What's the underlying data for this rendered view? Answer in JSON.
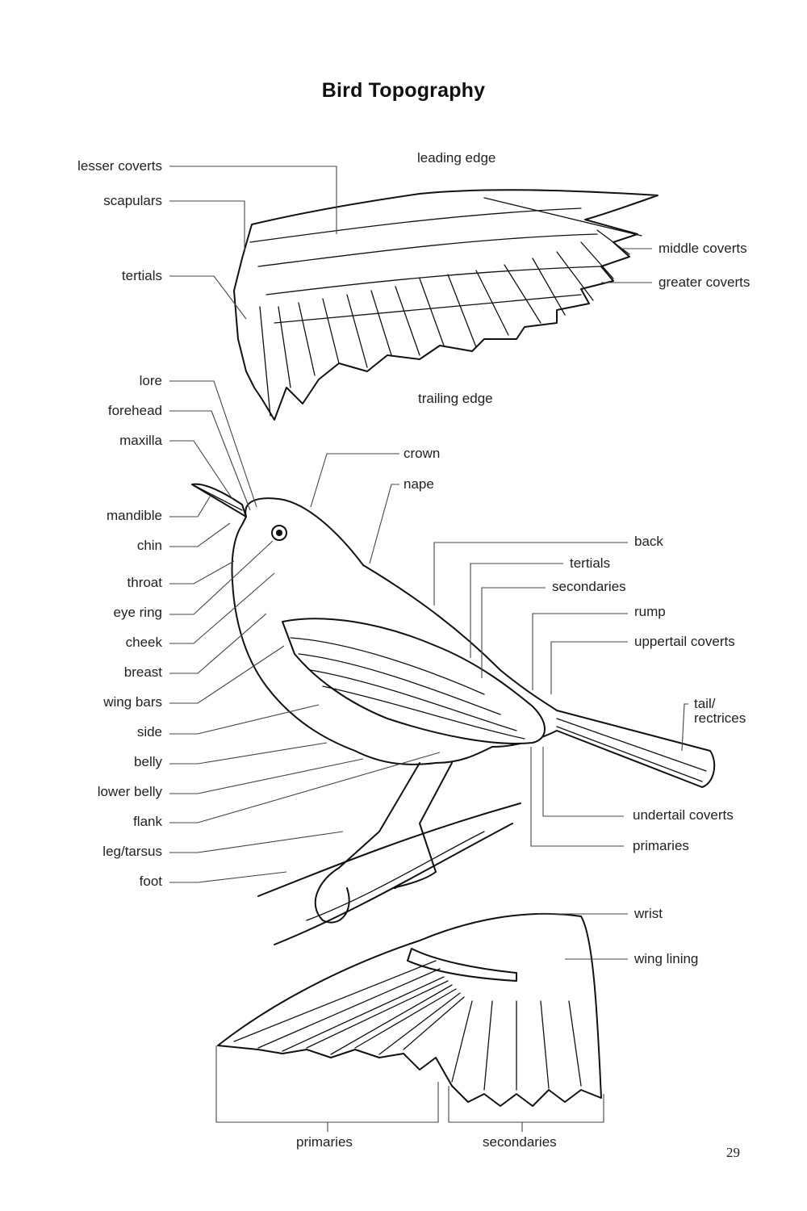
{
  "title": "Bird Topography",
  "page_number": "29",
  "upper_wing": {
    "lesser_coverts": "lesser coverts",
    "scapulars": "scapulars",
    "tertials": "tertials",
    "leading_edge": "leading edge",
    "middle_coverts": "middle coverts",
    "greater_coverts": "greater coverts",
    "trailing_edge": "trailing edge"
  },
  "body_left": {
    "lore": "lore",
    "forehead": "forehead",
    "maxilla": "maxilla",
    "mandible": "mandible",
    "chin": "chin",
    "throat": "throat",
    "eye_ring": "eye ring",
    "cheek": "cheek",
    "breast": "breast",
    "wing_bars": "wing bars",
    "side": "side",
    "belly": "belly",
    "lower_belly": "lower belly",
    "flank": "flank",
    "leg_tarsus": "leg/tarsus",
    "foot": "foot"
  },
  "body_right": {
    "crown": "crown",
    "nape": "nape",
    "back": "back",
    "tertials": "tertials",
    "secondaries": "secondaries",
    "rump": "rump",
    "uppertail_coverts": "uppertail coverts",
    "tail_line1": "tail/",
    "tail_line2": "rectrices",
    "undertail_coverts": "undertail coverts",
    "primaries": "primaries"
  },
  "under_wing": {
    "wrist": "wrist",
    "wing_lining": "wing lining",
    "primaries": "primaries",
    "secondaries": "secondaries"
  }
}
